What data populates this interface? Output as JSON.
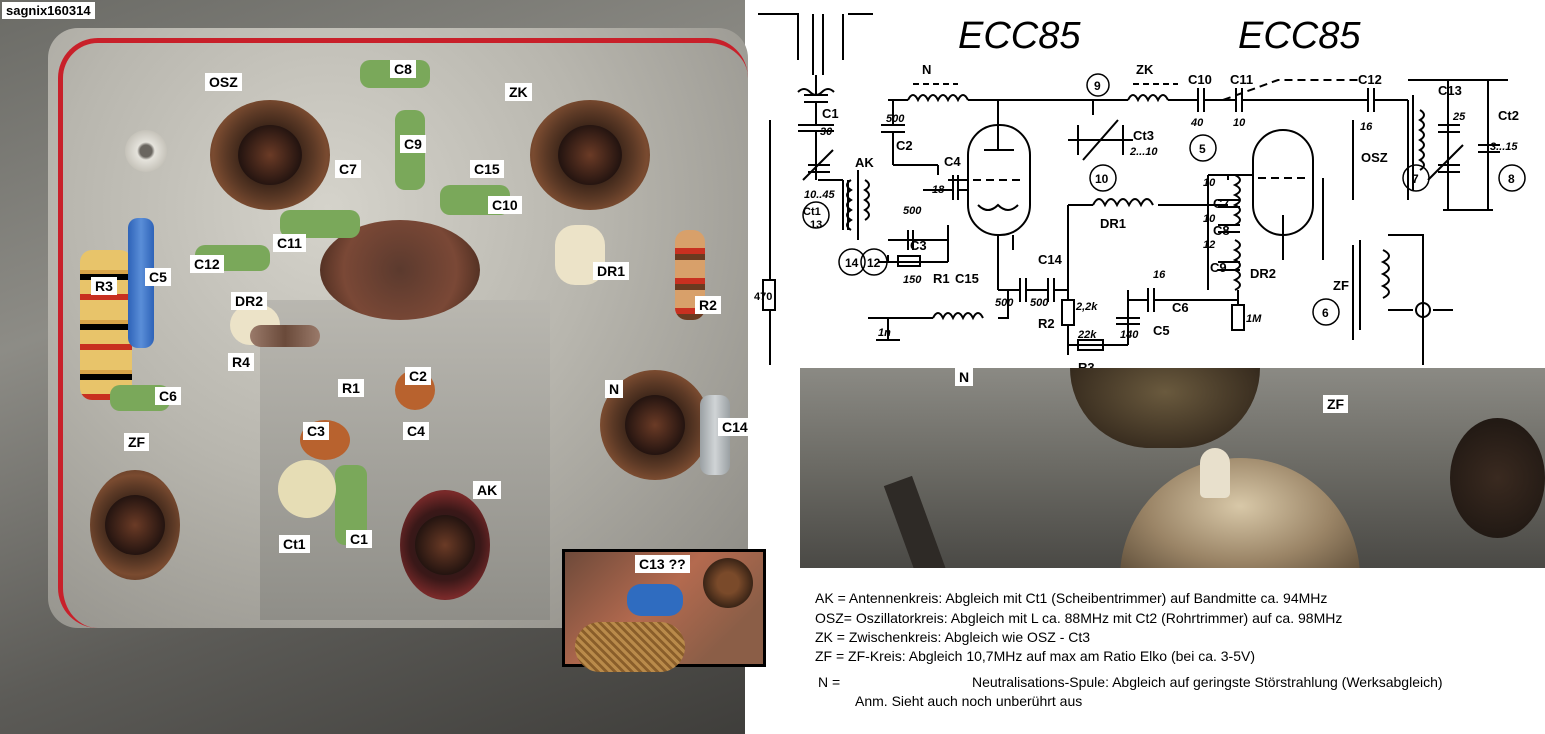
{
  "photo": {
    "tag": "sagnix160314",
    "labels": {
      "osz": "OSZ",
      "c8": "C8",
      "zk": "ZK",
      "c9": "C9",
      "c7": "C7",
      "c15": "C15",
      "c10": "C10",
      "c11": "C11",
      "c12": "C12",
      "c5": "C5",
      "r3": "R3",
      "dr1": "DR1",
      "dr2": "DR2",
      "r4": "R4",
      "r2": "R2",
      "r1": "R1",
      "c2": "C2",
      "c6": "C6",
      "n": "N",
      "c3": "C3",
      "c4": "C4",
      "c14": "C14",
      "zf": "ZF",
      "ak": "AK",
      "ct1": "Ct1",
      "c1": "C1"
    },
    "inset_label": "C13 ??"
  },
  "schematic": {
    "tube1": "ECC85",
    "tube2": "ECC85",
    "labels": {
      "n": "N",
      "c1": "C1",
      "c1v": "30",
      "ak": "AK",
      "c2": "C2",
      "c2v": "500",
      "c4": "C4",
      "c4v": "18",
      "ct1": "Ct1",
      "ct1v": "10..45",
      "ct1p": "13",
      "c3": "C3",
      "c3v": "500",
      "r1": "R1",
      "r1v": "150",
      "p14": "14",
      "p12": "12",
      "c15": "C15",
      "c15v": "500",
      "c14": "C14",
      "c14v": "500",
      "r2": "R2",
      "r2v": "2,2k",
      "r3": "R3",
      "r3v": "22k",
      "c5": "C5",
      "c5v": "140",
      "c6": "C6",
      "c6v": "16",
      "dr1": "DR1",
      "dr2": "DR2",
      "c7": "C7",
      "c7v": "10",
      "c8": "C8",
      "c8v": "10",
      "c9": "C9",
      "c9v": "12",
      "c10": "C10",
      "c10v": "40",
      "c11": "C11",
      "c11v": "10",
      "c12": "C12",
      "c12v": "16",
      "c13": "C13",
      "c13v": "25",
      "ct2": "Ct2",
      "ct2v": "3...15",
      "ct3": "Ct3",
      "ct3v": "2...10",
      "zk": "ZK",
      "osz": "OSZ",
      "zf": "ZF",
      "p9": "9",
      "p5": "5",
      "p10": "10",
      "p7": "7",
      "p8": "8",
      "p6": "6",
      "r470": "470",
      "v1m": "1M",
      "v1n": "1n"
    }
  },
  "photo2": {
    "n": "N",
    "zf": "ZF"
  },
  "notes": {
    "line1": "AK = Antennenkreis: Abgleich mit Ct1 (Scheibentrimmer) auf Bandmitte  ca. 94MHz",
    "line2": "OSZ= Oszillatorkreis: Abgleich mit L ca. 88MHz  mit Ct2 (Rohrtrimmer) auf ca. 98MHz",
    "line3": "ZK = Zwischenkreis:  Abgleich wie OSZ - Ct3",
    "line4": "ZF = ZF-Kreis: Abgleich 10,7MHz auf max am Ratio Elko (bei ca. 3-5V)",
    "line5a": "N  =",
    "line5b": "Neutralisations-Spule: Abgleich auf geringste Störstrahlung (Werksabgleich)",
    "line6": "Anm. Sieht auch noch unberührt aus"
  }
}
